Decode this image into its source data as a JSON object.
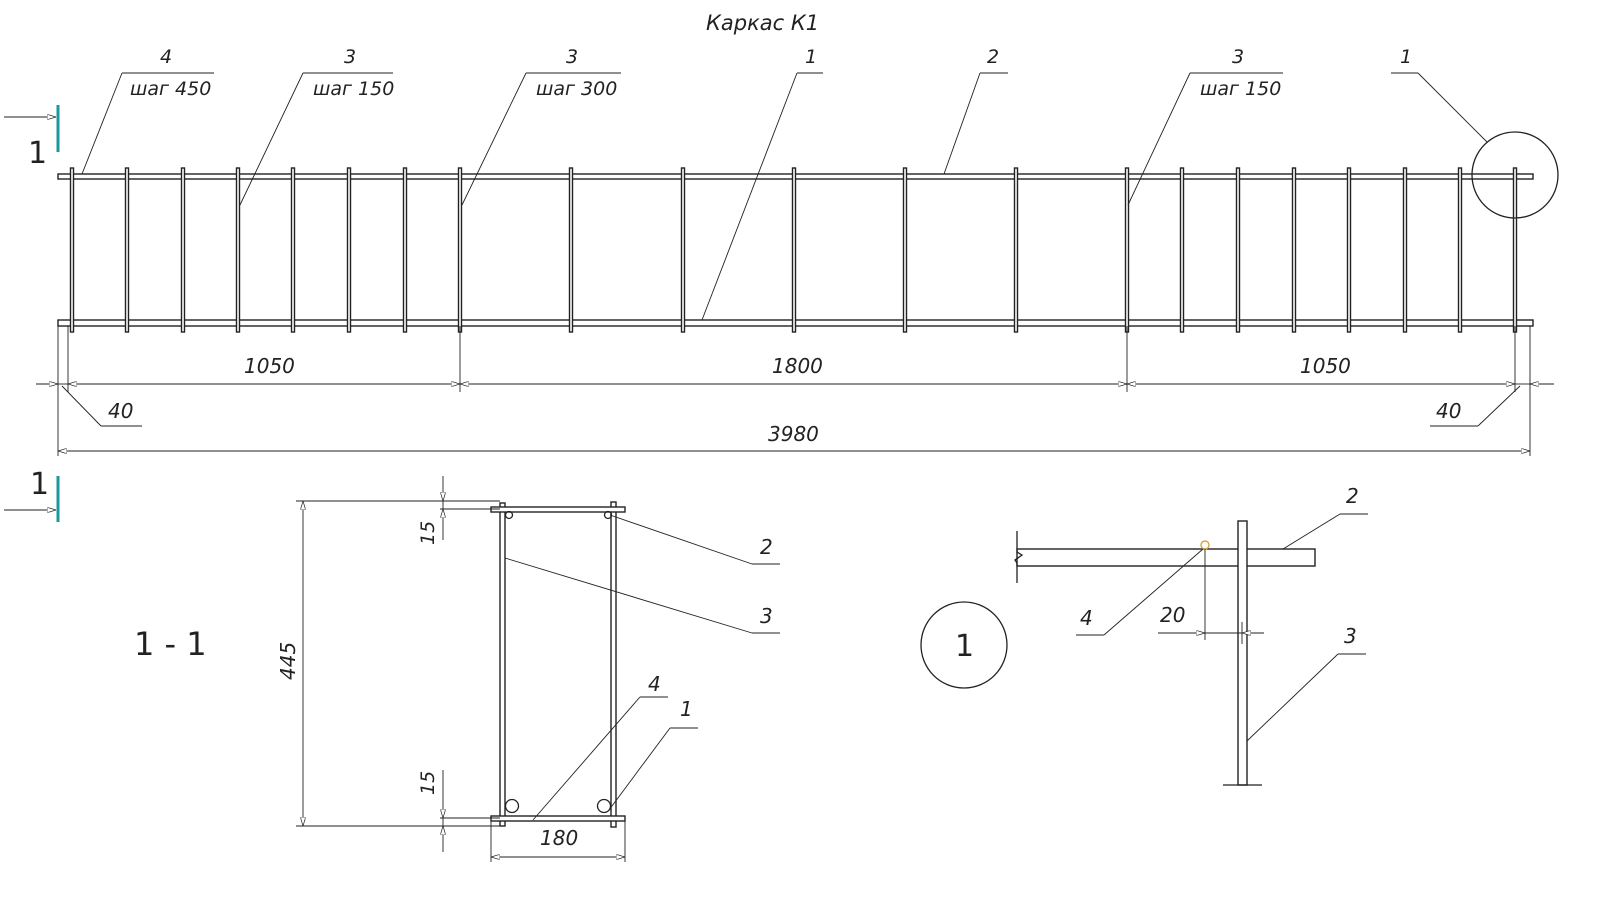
{
  "title": "Каркас К1",
  "colors": {
    "line": "#222222",
    "section_mark": "#1a9a9a",
    "weld_point": "#d9a441"
  },
  "elevation": {
    "callouts": [
      {
        "num": "4",
        "note": "шаг 450"
      },
      {
        "num": "3",
        "note": "шаг 150"
      },
      {
        "num": "3",
        "note": "шаг 300"
      },
      {
        "num": "1",
        "note": ""
      },
      {
        "num": "2",
        "note": ""
      },
      {
        "num": "3",
        "note": "шаг 150"
      },
      {
        "num": "1",
        "note": ""
      }
    ],
    "dims": {
      "left_span": "1050",
      "mid_span": "1800",
      "right_span": "1050",
      "left_end": "40",
      "right_end": "40",
      "total": "3980"
    },
    "section_label": "1"
  },
  "section": {
    "title": "1 - 1",
    "dims": {
      "height": "445",
      "top_cover": "15",
      "bottom_cover": "15",
      "width": "180"
    },
    "callouts": [
      "2",
      "3",
      "4",
      "1"
    ]
  },
  "detail": {
    "label": "1",
    "dim": "20",
    "callouts": [
      "2",
      "4",
      "3"
    ]
  }
}
